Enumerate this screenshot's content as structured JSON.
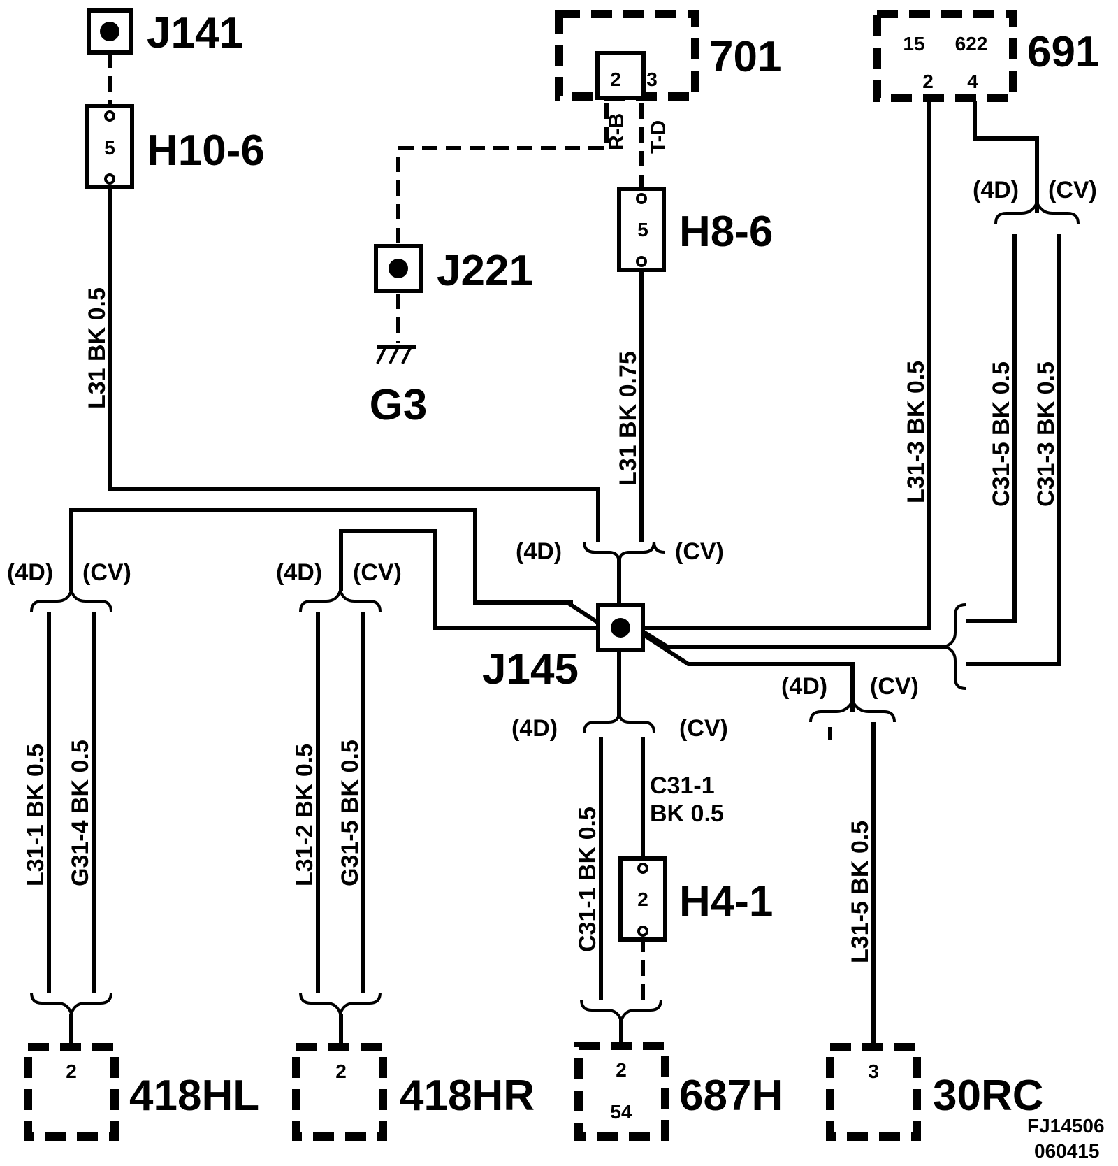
{
  "components": {
    "j141": "J141",
    "h10_6": "H10-6",
    "c701": "701",
    "c691": "691",
    "j221": "J221",
    "g3": "G3",
    "h8_6": "H8-6",
    "j145": "J145",
    "h4_1": "H4-1",
    "c418hl": "418HL",
    "c418hr": "418HR",
    "c687h": "687H",
    "c30rc": "30RC"
  },
  "pins": {
    "h10_6": "5",
    "c701_a": "2",
    "c701_b": "3",
    "c691_top_a": "15",
    "c691_top_b": "622",
    "c691_a": "2",
    "c691_b": "4",
    "h8_6": "5",
    "h4_1": "2",
    "c418hl": "2",
    "c418hr": "2",
    "c687h_a": "2",
    "c687h_b": "54",
    "c30rc": "3"
  },
  "wires": {
    "w1": "L31  BK  0.5",
    "w2": "L31  BK  0.75",
    "w3": "L31-3 BK  0.5",
    "w4": "C31-5  BK  0.5",
    "w5": "C31-3  BK  0.5",
    "w6": "L31-1  BK  0.5",
    "w7": "G31-4  BK  0.5",
    "w8": "L31-2  BK  0.5",
    "w9": "G31-5  BK  0.5",
    "w10": "C31-1  BK  0.5",
    "w11_line1": "C31-1",
    "w11_line2": "BK    0.5",
    "w12": "L31-5  BK  0.5",
    "rb": "R-B",
    "td": "T-D"
  },
  "variants": {
    "a": "(4D)",
    "b": "(CV)"
  },
  "reference": {
    "line1": "FJ14506",
    "line2": "060415"
  }
}
